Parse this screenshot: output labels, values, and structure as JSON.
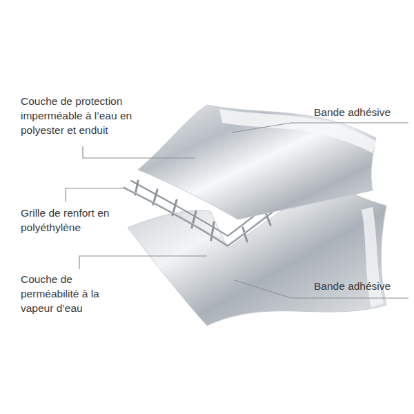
{
  "diagram": {
    "labels": [
      "Couche de protection imperméable à l’eau en polyester et enduit",
      "Bande adhésive",
      "Grille de renfort en polyéthylène",
      "Couche de perméabilité à la vapeur d’eau",
      "Bande adhésive"
    ]
  }
}
